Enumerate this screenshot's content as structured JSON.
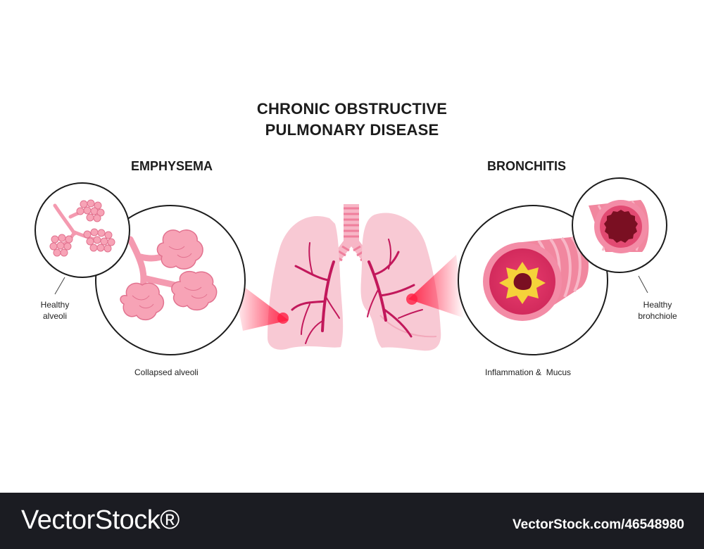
{
  "title": {
    "line1": "CHRONIC OBSTRUCTIVE",
    "line2": "PULMONARY DISEASE"
  },
  "sections": {
    "left": "EMPHYSEMA",
    "right": "BRONCHITIS"
  },
  "labels": {
    "healthy_alveoli_1": "Healthy",
    "healthy_alveoli_2": "alveoli",
    "collapsed_alveoli": "Collapsed alveoli",
    "inflammation_mucus": "Inflammation &  Mucus",
    "healthy_bronchiole_1": "Healthy",
    "healthy_bronchiole_2": "brohchiole"
  },
  "footer": {
    "brand": "VectorStock®",
    "code": "VectorStock.com/46548980"
  },
  "colors": {
    "lung": "#f8c9d4",
    "lung_dark": "#f2a9bb",
    "bronchi": "#c2185b",
    "alveoli": "#f7a3b6",
    "trachea_ring": "#ef8aa4",
    "highlight": "#ff2d4d",
    "mucus": "#f5d23a",
    "lumen_dark": "#7a0f22",
    "footer_bg": "#1b1c22"
  }
}
